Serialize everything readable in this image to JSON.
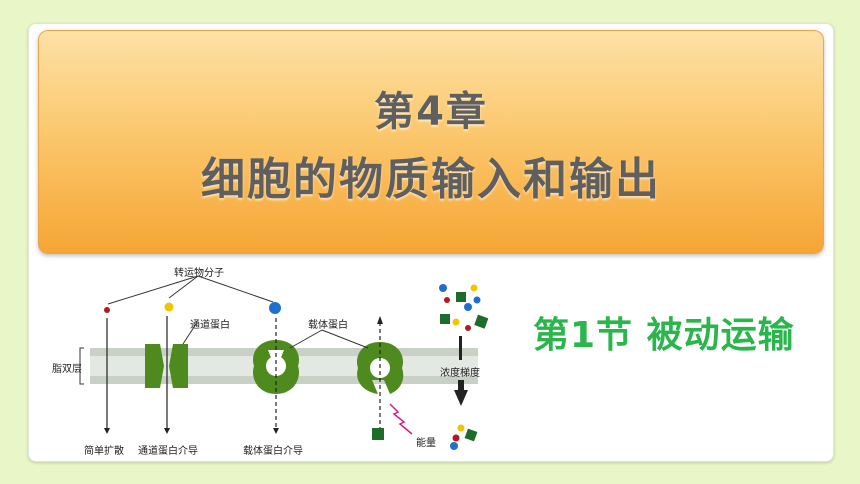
{
  "header": {
    "chapter": "第4章",
    "title": "细胞的物质输入和输出"
  },
  "section": {
    "title": "第1节 被动运输"
  },
  "diagram": {
    "labels": {
      "transport_molecules": "转运物分子",
      "channel_protein": "通道蛋白",
      "carrier_protein": "载体蛋白",
      "lipid_bilayer": "脂双层",
      "simple_diffusion": "简单扩散",
      "channel_mediated": "通道蛋白介导",
      "carrier_mediated": "载体蛋白介导",
      "energy": "能量",
      "concentration_gradient": "浓度梯度"
    },
    "colors": {
      "protein_green": "#4f8a1f",
      "membrane_gray": "#c9d0c6",
      "accent_magenta": "#d81b8c"
    }
  }
}
